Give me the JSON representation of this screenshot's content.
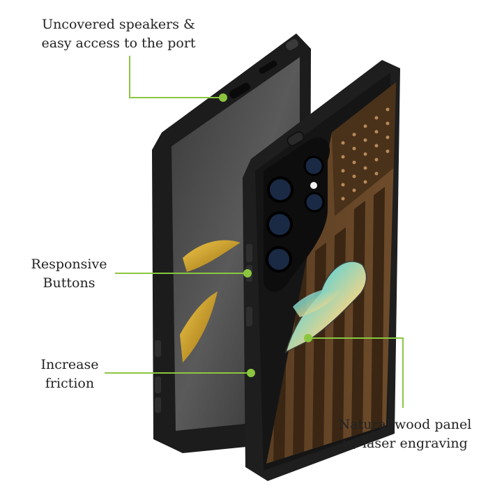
{
  "accent_color": "#8cc63f",
  "callouts": {
    "speakers": {
      "line1": "Uncovered speakers &",
      "line2": "easy access to the port"
    },
    "buttons": {
      "line1": "Responsive",
      "line2": "Buttons"
    },
    "friction": {
      "line1": "Increase",
      "line2": "friction"
    },
    "wood": {
      "line1": "Natural wood panel",
      "line2": "w/ laser engraving"
    }
  }
}
